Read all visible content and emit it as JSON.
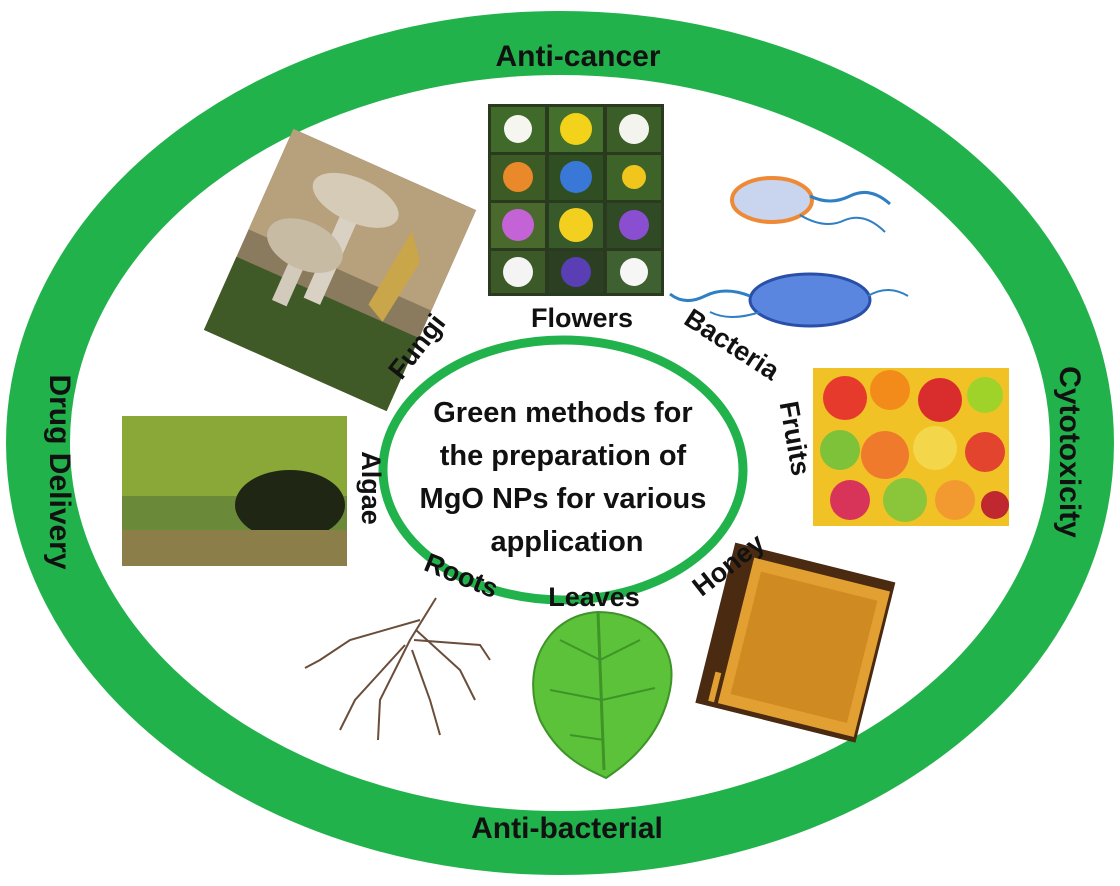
{
  "colors": {
    "ring": "#22b24c",
    "background": "#ffffff",
    "text": "#111111"
  },
  "ring_labels": {
    "top": "Anti-cancer",
    "bottom": "Anti-bacterial",
    "left": "Drug Delivery",
    "right": "Cytotoxicity"
  },
  "center": {
    "lines": [
      "Green methods for",
      "the preparation of",
      "MgO NPs for various",
      "application"
    ]
  },
  "sources": {
    "flowers": "Flowers",
    "bacteria": "Bacteria",
    "fruits": "Fruits",
    "honey": "Honey",
    "leaves": "Leaves",
    "roots": "Roots",
    "algae": "Algae",
    "fungi": "Fungi"
  }
}
